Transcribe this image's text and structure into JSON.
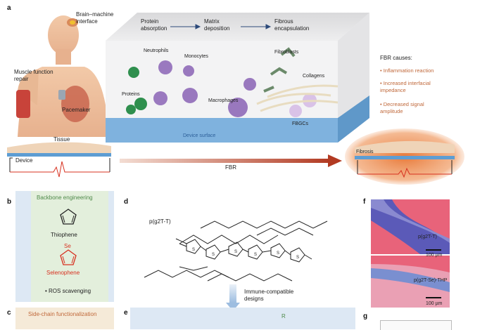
{
  "panel_a": {
    "letter": "a",
    "human_labels": {
      "bmi": "Brain–machine interface",
      "muscle": "Muscle function repair",
      "pacemaker": "Pacemaker"
    },
    "flow_steps": [
      "Protein absorption",
      "Matrix deposition",
      "Fibrous encapsulation"
    ],
    "box_labels": {
      "neutrophils": "Neutrophils",
      "monocytes": "Monocytes",
      "fibroblasts": "Fibroblasts",
      "proteins": "Proteins",
      "collagens": "Collagens",
      "macrophages": "Macrophages",
      "fbgcs": "FBGCs",
      "device_surface": "Device surface"
    },
    "fbr_causes": {
      "title": "FBR causes:",
      "items": [
        "• Inflammation reaction",
        "• Increased interfacial impedance",
        "• Decreased signal amplitude"
      ]
    },
    "tissue": "Tissue",
    "device": "Device",
    "fbr_arrow": "FBR",
    "fibrosis": "Fibrosis"
  },
  "panel_b": {
    "letter": "b",
    "title": "Backbone engineering",
    "thiophene": "Thiophene",
    "se": "Se",
    "selenophene": "Selenophene",
    "ros": "• ROS scavenging"
  },
  "panel_c": {
    "letter": "c",
    "title": "Side-chain functionalization"
  },
  "panel_d": {
    "letter": "d",
    "polymer": "p(g2T-T)",
    "arrow_text": "Immune-compatible designs"
  },
  "panel_e": {
    "letter": "e",
    "r_label": "R"
  },
  "panel_f": {
    "letter": "f",
    "label1": "p(g2T-T)",
    "label2": "p(g2T-Se)-THP",
    "scale1": "100 µm",
    "scale2": "100 µm"
  },
  "panel_g": {
    "letter": "g"
  },
  "colors": {
    "accent_red": "#d7301f",
    "green_bg": "#e3efdc",
    "blue_bg": "#dde8f4",
    "orange_text": "#c0683a",
    "device_blue": "#6aa7d8"
  }
}
